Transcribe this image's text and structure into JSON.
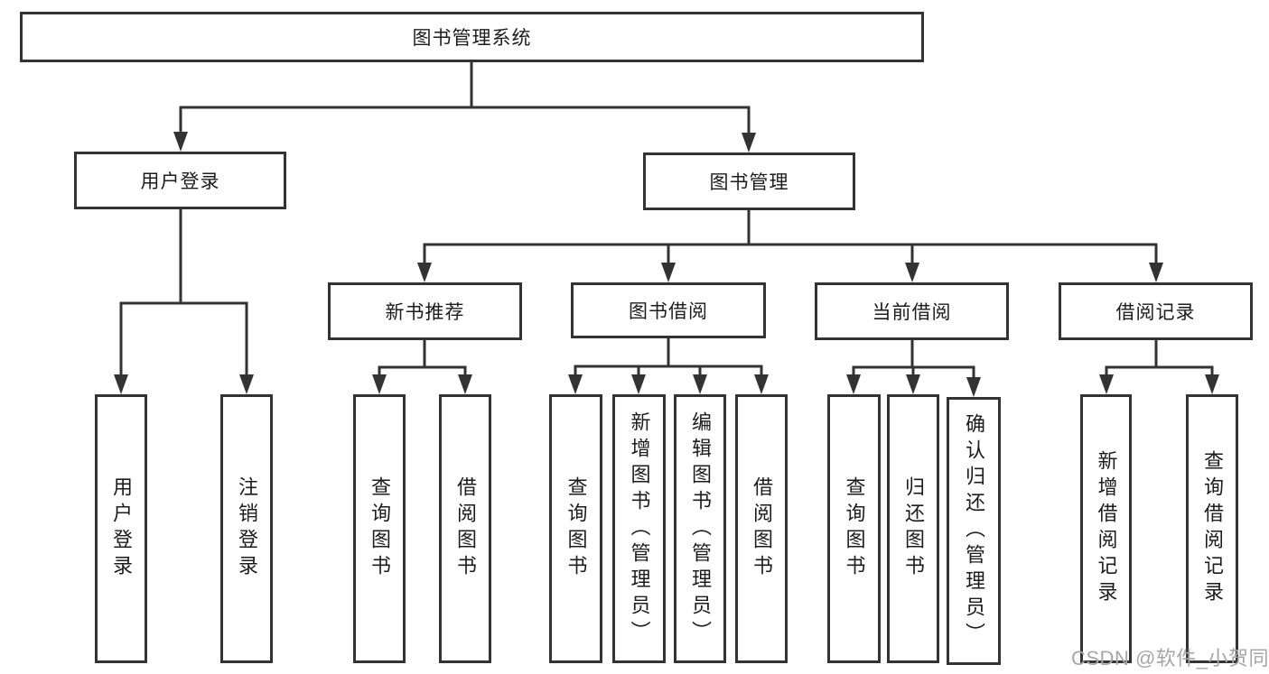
{
  "tree": {
    "label": "图书管理系统",
    "children": [
      {
        "label": "用户登录",
        "children": [
          {
            "label": "用户登录"
          },
          {
            "label": "注销登录"
          }
        ]
      },
      {
        "label": "图书管理",
        "children": [
          {
            "label": "新书推荐",
            "children": [
              {
                "label": "查询图书"
              },
              {
                "label": "借阅图书"
              }
            ]
          },
          {
            "label": "图书借阅",
            "children": [
              {
                "label": "查询图书"
              },
              {
                "label": "新增图书（管理员）"
              },
              {
                "label": "编辑图书（管理员）"
              },
              {
                "label": "借阅图书"
              }
            ]
          },
          {
            "label": "当前借阅",
            "children": [
              {
                "label": "查询图书"
              },
              {
                "label": "归还图书"
              },
              {
                "label": "确认归还（管理员）"
              }
            ]
          },
          {
            "label": "借阅记录",
            "children": [
              {
                "label": "新增借阅记录"
              },
              {
                "label": "查询借阅记录"
              }
            ]
          }
        ]
      }
    ]
  },
  "watermark": {
    "text": "CSDN @软件_小贺同学"
  },
  "colors": {
    "line": "#333333",
    "box_border": "#333333",
    "box_fill": "#ffffff",
    "text": "#1c1c1c",
    "watermark": "#a6a6a6",
    "background": "#ffffff"
  }
}
